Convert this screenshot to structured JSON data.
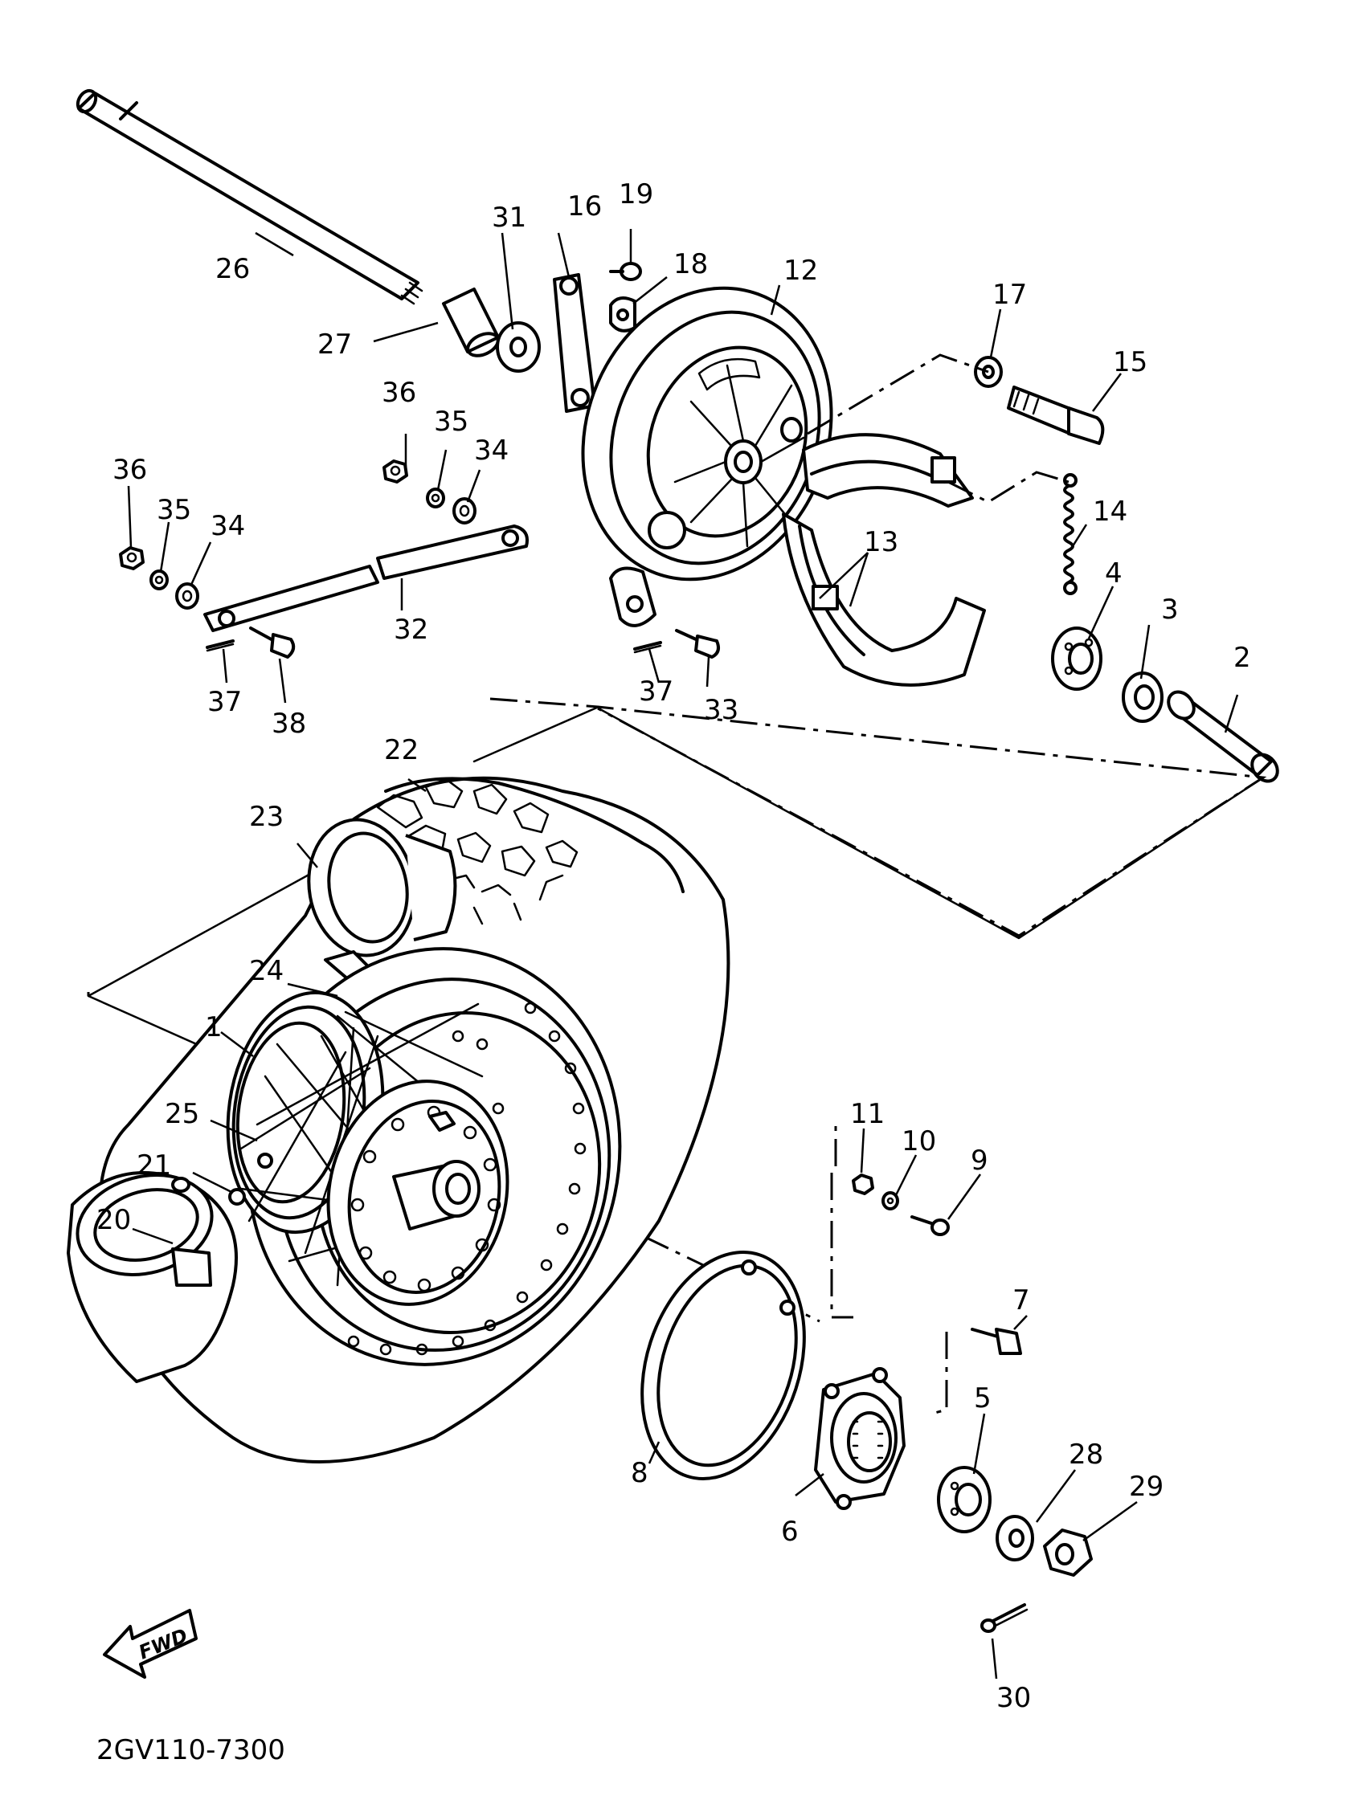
{
  "diagram_code": "2GV110-7300",
  "fwd_label": "FWD",
  "callouts": {
    "1": "1",
    "2": "2",
    "3": "3",
    "4": "4",
    "5": "5",
    "6": "6",
    "7": "7",
    "8": "8",
    "9": "9",
    "10": "10",
    "11": "11",
    "12": "12",
    "13": "13",
    "14": "14",
    "15": "15",
    "16": "16",
    "17": "17",
    "18": "18",
    "19": "19",
    "20": "20",
    "21": "21",
    "22": "22",
    "23": "23",
    "24": "24",
    "25": "25",
    "26": "26",
    "27": "27",
    "28": "28",
    "29": "29",
    "30": "30",
    "31": "31",
    "32": "32",
    "33": "33",
    "34": "34",
    "35": "35",
    "36": "36",
    "37": "37",
    "38": "38"
  }
}
